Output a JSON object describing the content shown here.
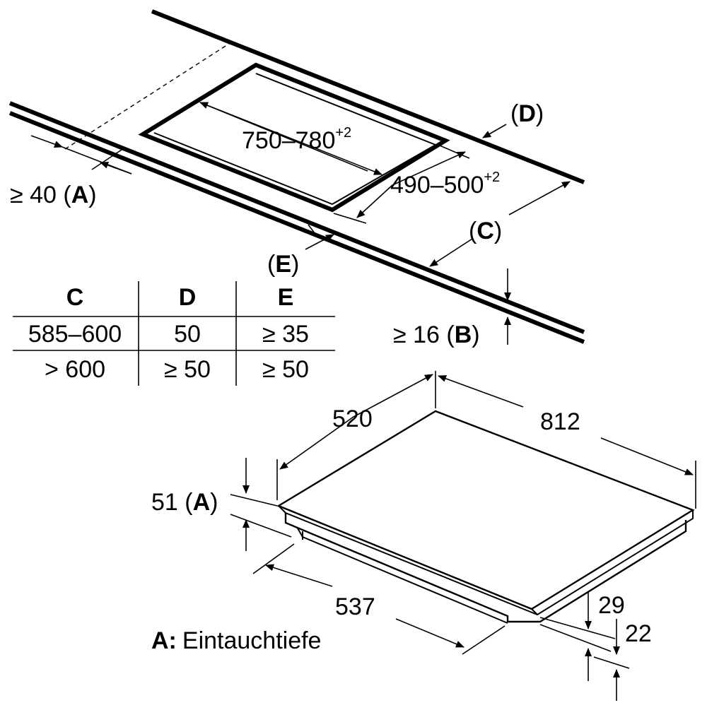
{
  "cutout": {
    "width_label": "750–780",
    "width_tol": "+2",
    "depth_label": "490–500",
    "depth_tol": "+2",
    "label_A": "≥ 40 (",
    "label_A_letter": "A",
    "label_A_close": ")",
    "label_B": "≥ 16 (",
    "label_B_letter": "B",
    "label_B_close": ")",
    "label_C_open": "(",
    "label_C_letter": "C",
    "label_C_close": ")",
    "label_D_open": "(",
    "label_D_letter": "D",
    "label_D_close": ")",
    "label_E_open": "(",
    "label_E_letter": "E",
    "label_E_close": ")"
  },
  "table": {
    "headers": [
      "C",
      "D",
      "E"
    ],
    "rows": [
      [
        "585–600",
        "50",
        "≥ 35"
      ],
      [
        "> 600",
        "≥ 50",
        "≥ 50"
      ]
    ]
  },
  "hob": {
    "depth": "520",
    "width": "812",
    "immersion_value": "51 (",
    "immersion_letter": "A",
    "immersion_close": ")",
    "bottom_width": "537",
    "height_29": "29",
    "height_22": "22"
  },
  "legend": {
    "key": "A:",
    "text": "Eintauchtiefe"
  }
}
